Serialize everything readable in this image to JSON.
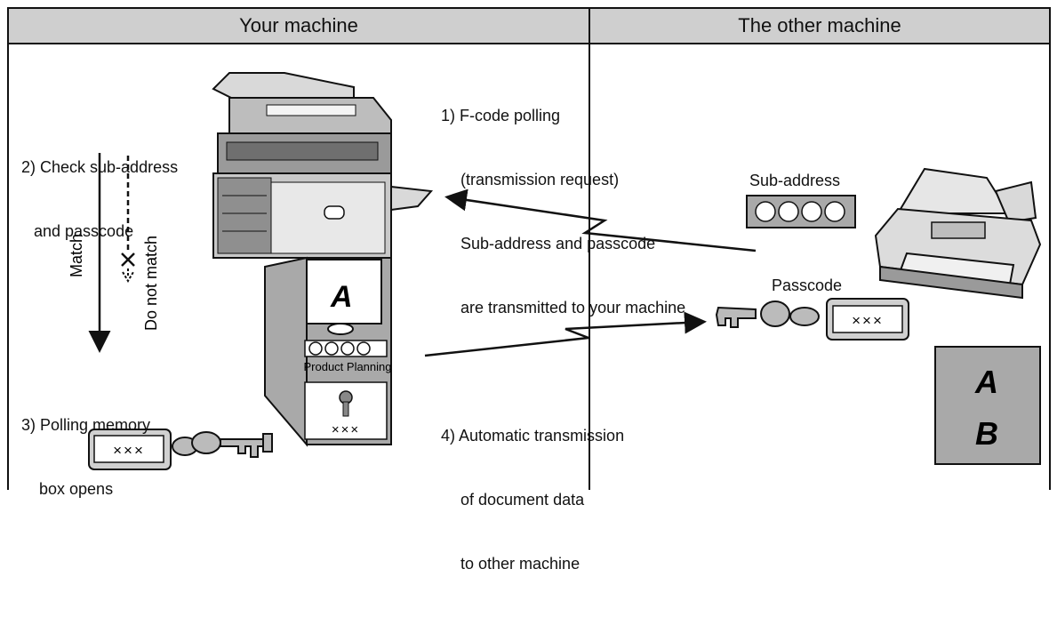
{
  "header": {
    "left_title": "Your machine",
    "right_title": "The other machine"
  },
  "steps": {
    "step1": [
      "1) F-code polling",
      "(transmission request)",
      "Sub-address and passcode",
      "are transmitted to your machine"
    ],
    "step2": [
      "2) Check sub-address",
      "and passcode"
    ],
    "step3": [
      "3) Polling memory",
      "box opens"
    ],
    "step4": [
      "4) Automatic transmission",
      "of document data",
      "to other machine"
    ]
  },
  "labels": {
    "match": "Match",
    "do_not_match": "Do not match",
    "sub_address": "Sub-address",
    "passcode": "Passcode",
    "box_name": "Product Planning",
    "passcode_marks": "×××",
    "box_lock_marks": "×××",
    "doc_letter_a": "A",
    "doc_letter_b": "B"
  },
  "colors": {
    "header_bg": "#cfcfcf",
    "gray_fill": "#a9a9a9",
    "light_fill": "#d9d9d9",
    "line": "#111111"
  }
}
